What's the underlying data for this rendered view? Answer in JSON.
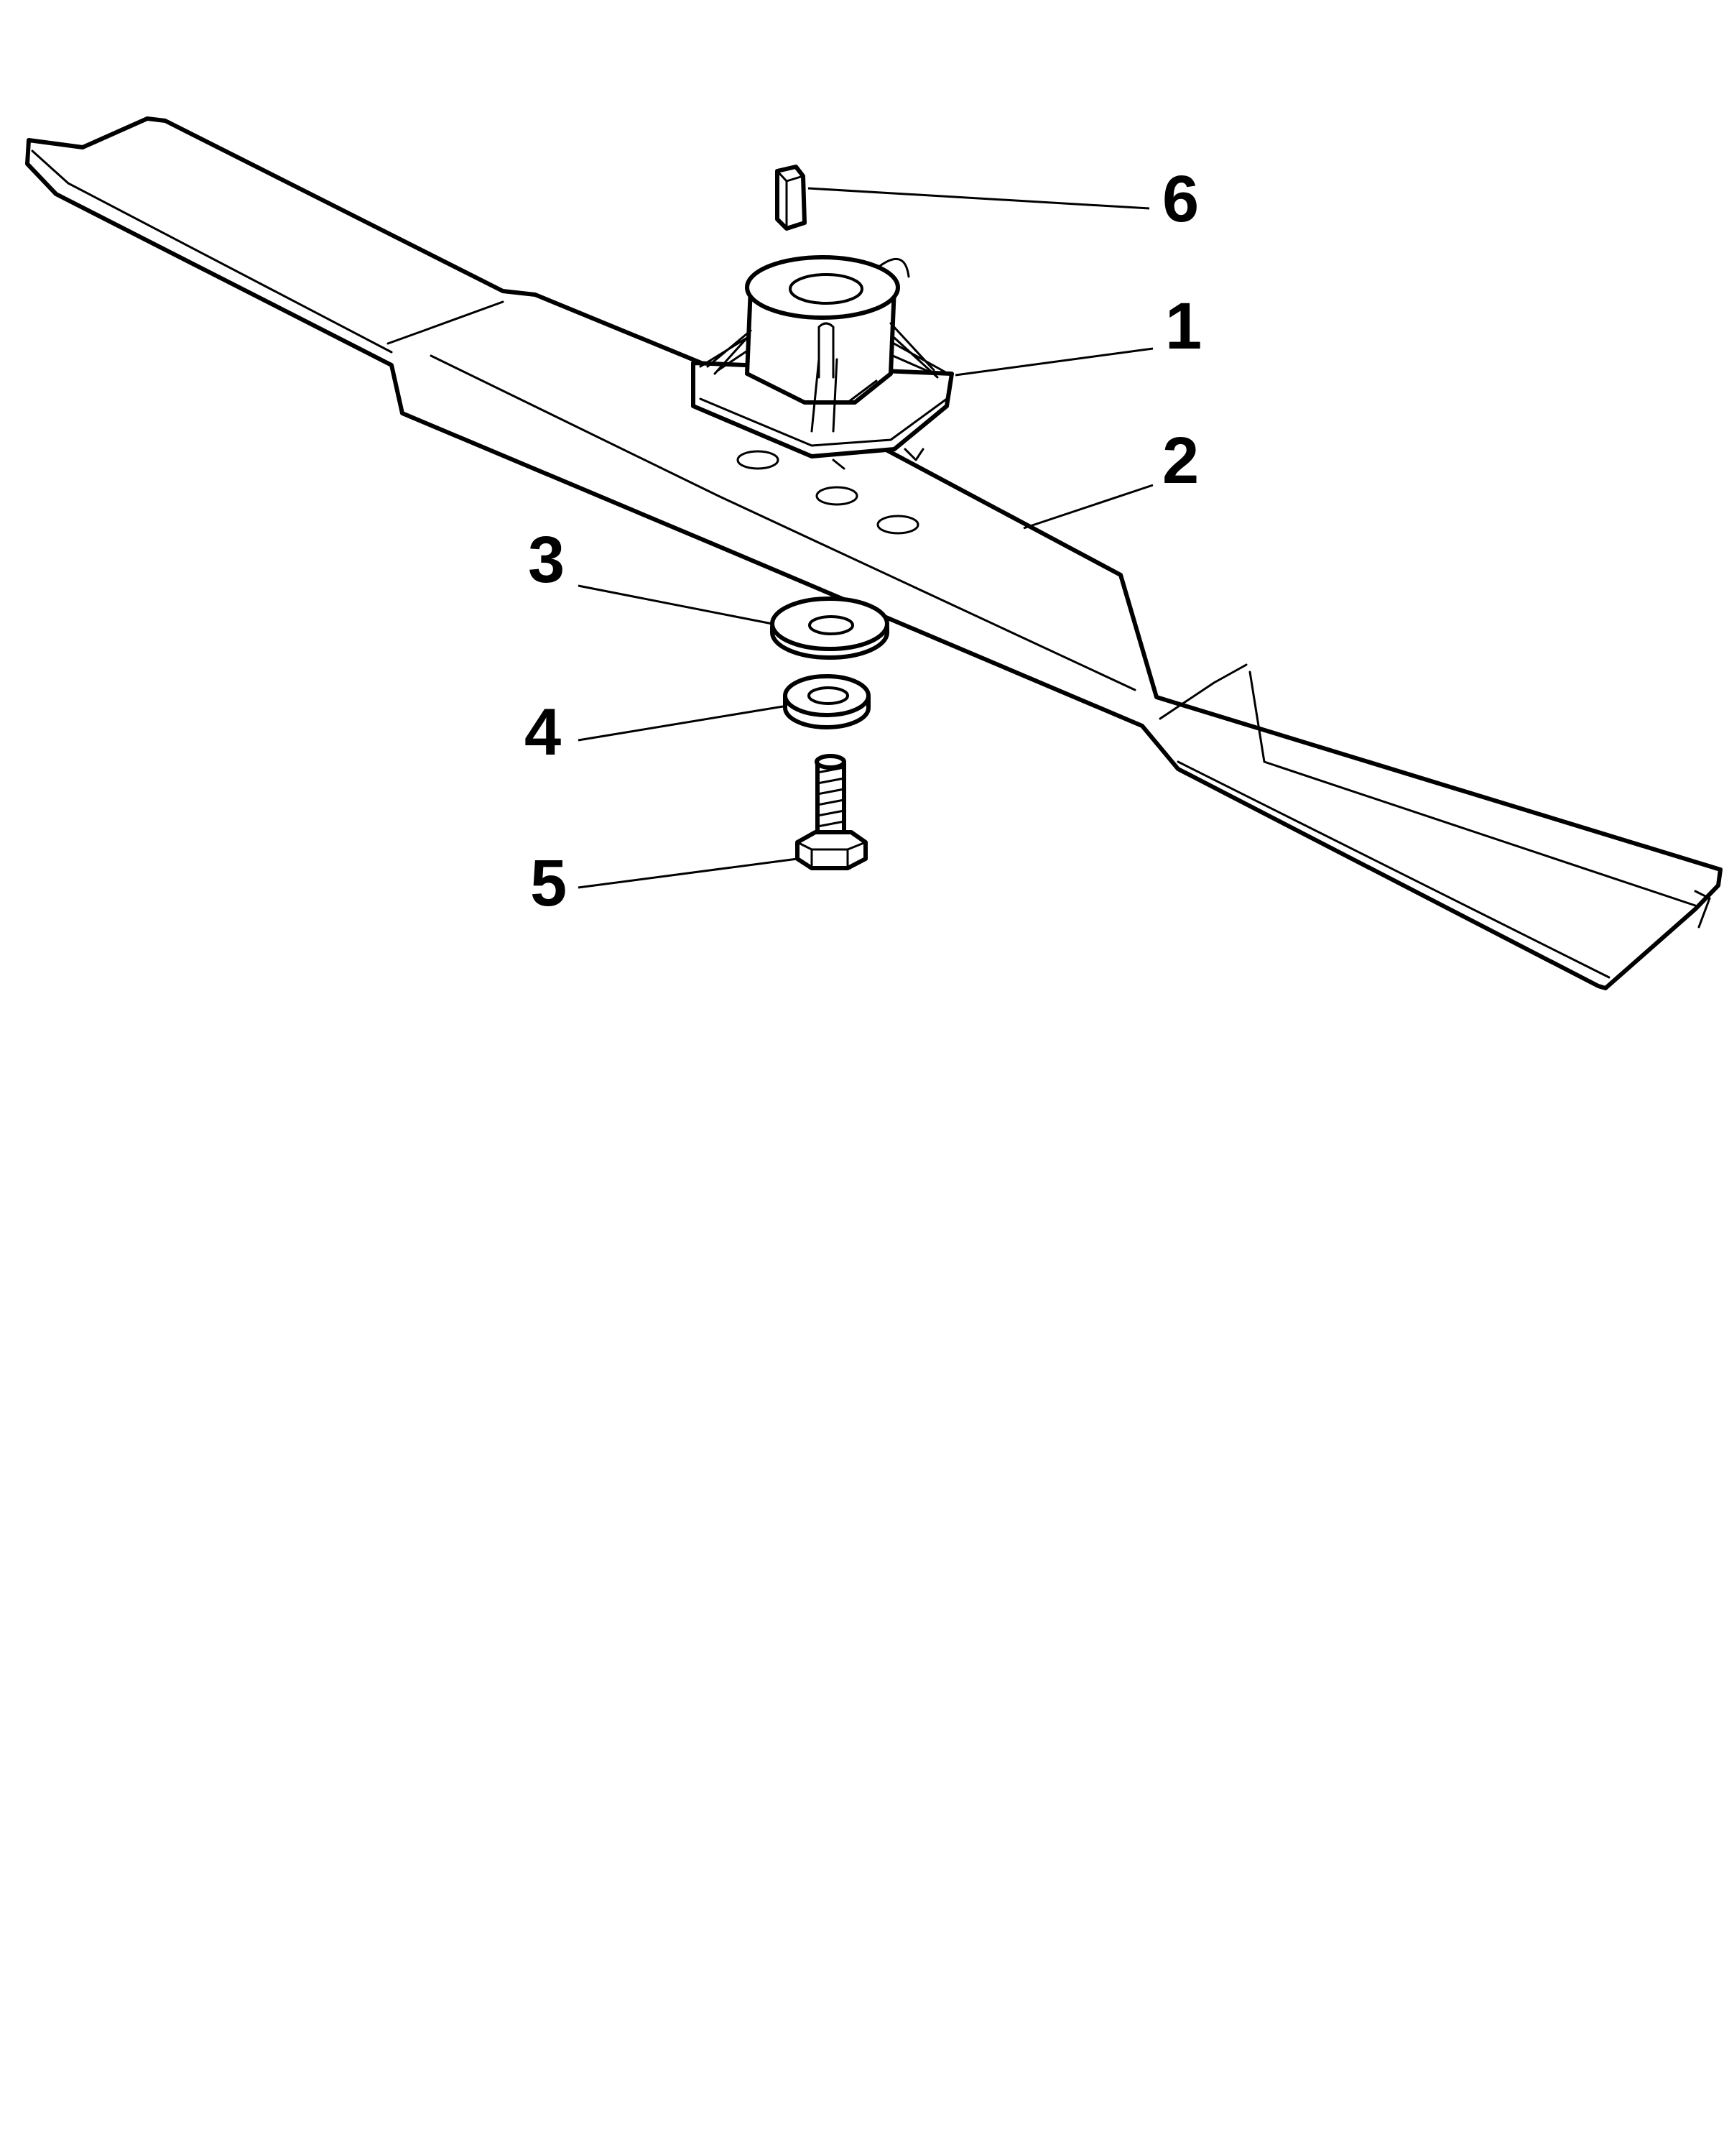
{
  "callouts": {
    "hub": "1",
    "blade": "2",
    "large_washer": "3",
    "small_washer": "4",
    "bolt": "5",
    "key": "6"
  },
  "colors": {
    "line": "#000000",
    "background": "#ffffff"
  }
}
